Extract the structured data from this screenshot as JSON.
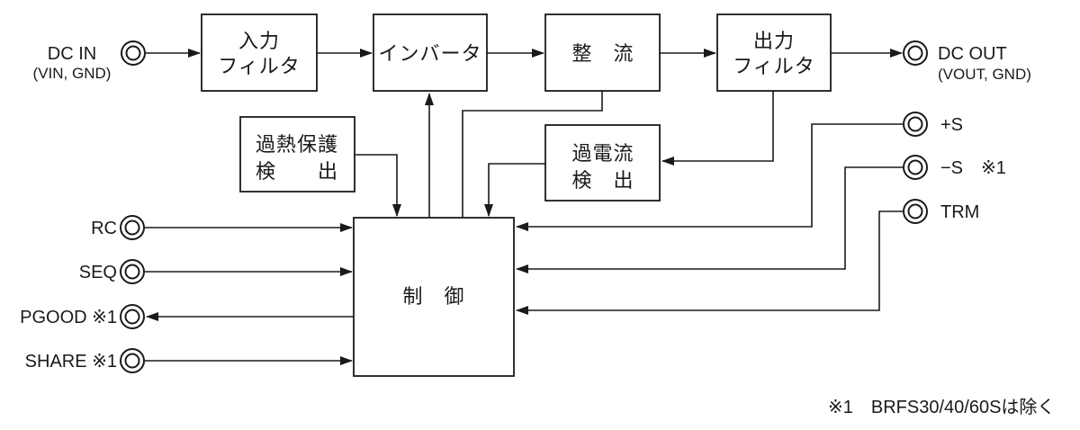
{
  "colors": {
    "ink": "#1a1a1a",
    "background": "#ffffff"
  },
  "blocks": {
    "input_filter": {
      "line1": "入力",
      "line2": "フィルタ"
    },
    "inverter": {
      "line1": "インバータ"
    },
    "rectifier": {
      "line1": "整　流"
    },
    "output_filter": {
      "line1": "出力",
      "line2": "フィルタ"
    },
    "overheat_detect": {
      "line1": "過熱保護",
      "line2": "検　　出"
    },
    "overcurrent_detect": {
      "line1": "過電流",
      "line2": "検　出"
    },
    "control": {
      "line1": "制　御"
    }
  },
  "terminals": {
    "dc_in": {
      "label": "DC IN",
      "sublabel": "(VIN, GND)"
    },
    "dc_out": {
      "label": "DC OUT",
      "sublabel": "(VOUT, GND)"
    },
    "plus_s": {
      "label": "+S"
    },
    "minus_s": {
      "label": "−S　※1"
    },
    "trm": {
      "label": "TRM"
    },
    "rc": {
      "label": "RC"
    },
    "seq": {
      "label": "SEQ"
    },
    "pgood": {
      "label": "PGOOD ※1"
    },
    "share": {
      "label": "SHARE ※1"
    }
  },
  "footnote": "※1　BRFS30/40/60Sは除く"
}
